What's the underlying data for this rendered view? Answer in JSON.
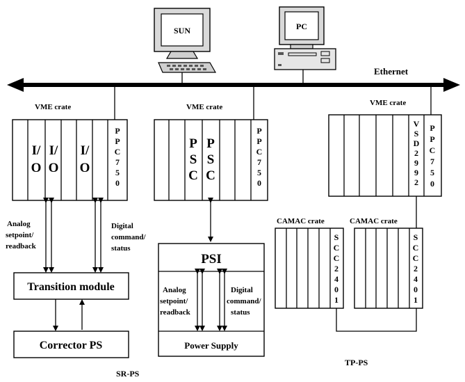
{
  "network": {
    "label": "Ethernet"
  },
  "computers": [
    {
      "name": "SUN"
    },
    {
      "name": "PC"
    }
  ],
  "vme_crates": [
    {
      "label": "VME crate",
      "slots": [
        "I/O",
        "I/O",
        "I/O"
      ],
      "cpu": "PPC750"
    },
    {
      "label": "VME crate",
      "slots": [
        "PSC",
        "PSC"
      ],
      "cpu": "PPC750"
    },
    {
      "label": "VME crate",
      "slots": [
        "VSD2992"
      ],
      "cpu": "PPC750"
    }
  ],
  "camac_crates": [
    {
      "label": "CAMAC crate",
      "card": "SCC2401"
    },
    {
      "label": "CAMAC crate",
      "card": "SCC2401"
    }
  ],
  "signals": {
    "analog_lines": [
      "Analog",
      "setpoint/",
      "readback"
    ],
    "digital_lines": [
      "Digital",
      "command/",
      "status"
    ]
  },
  "modules": {
    "transition": "Transition module",
    "corrector": "Corrector PS",
    "psi": "PSI",
    "power_supply": "Power Supply"
  },
  "groups": {
    "sr": "SR-PS",
    "tp": "TP-PS"
  }
}
